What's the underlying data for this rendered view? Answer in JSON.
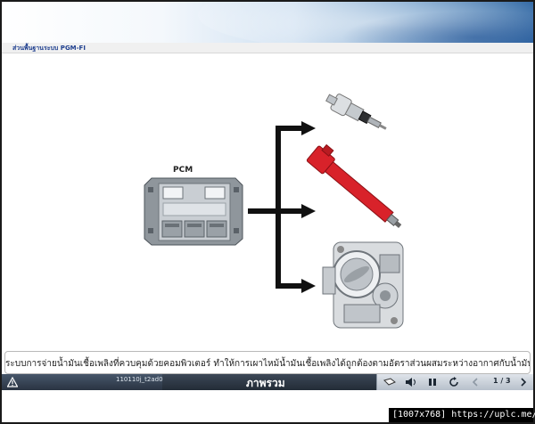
{
  "header": {
    "module_title": "ส่วนพื้นฐานระบบ PGM-FI"
  },
  "diagram": {
    "pcm_label": "PCM",
    "outputs": [
      "injector",
      "ignition-coil",
      "throttle-body"
    ]
  },
  "caption": {
    "text": "ระบบการจ่ายน้ำมันเชื้อเพลิงที่ควบคุมด้วยคอมพิวเตอร์ ทำให้การเผาไหม้น้ำมันเชื้อเพลิงได้ถูกต้องตามอัตราส่วนผสมระหว่างอากาศกับน้ำมันเชื้อเพลิง และตาม"
  },
  "toolbar": {
    "code": "110110j_t2ad0",
    "section_title": "ภาพรวม",
    "page": "1 / 3"
  },
  "overlay": {
    "stamp": "[1007x768] https://uplc.me/"
  },
  "colors": {
    "toolbar_bg": "#232c37",
    "accent_red": "#d8222a",
    "header_blue": "#1e5a9c"
  }
}
